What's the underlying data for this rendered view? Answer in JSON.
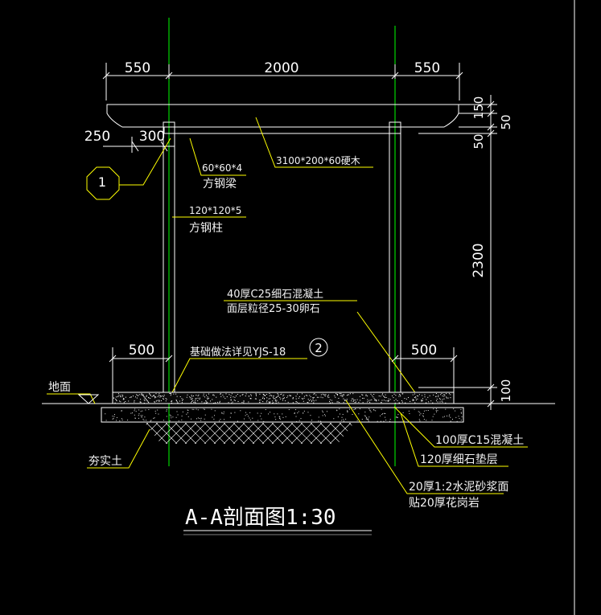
{
  "colors": {
    "background": "#000000",
    "drawing_line": "#ffffff",
    "leader_line": "#ffff00",
    "axis_line": "#00ff00",
    "text": "#ffffff"
  },
  "dimensions": {
    "top_left": "550",
    "top_middle": "2000",
    "top_right": "550",
    "left_250": "250",
    "left_300": "300",
    "right_150": "150",
    "right_50a": "50",
    "right_50b": "50",
    "right_2300": "2300",
    "right_100": "100",
    "bottom_left_500": "500",
    "bottom_right_500": "500"
  },
  "labels": {
    "beam_size": "60*60*4",
    "beam_name": "方钢梁",
    "top_wood": "3100*200*60硬木",
    "column_size": "120*120*5",
    "column_name": "方钢柱",
    "paving_line1": "40厚C25细石混凝土",
    "paving_line2": "面层粒径25-30卵石",
    "foundation_ref": "基础做法详见YJS-18",
    "ground": "地面",
    "compacted_soil": "夯实土",
    "layer_c15": "100厚C15混凝土",
    "layer_gravel": "120厚细石垫层",
    "layer_mortar": "20厚1:2水泥砂浆面",
    "layer_granite": "贴20厚花岗岩"
  },
  "markers": {
    "detail_1": "1",
    "detail_2": "2"
  },
  "title": "A-A剖面图1:30"
}
